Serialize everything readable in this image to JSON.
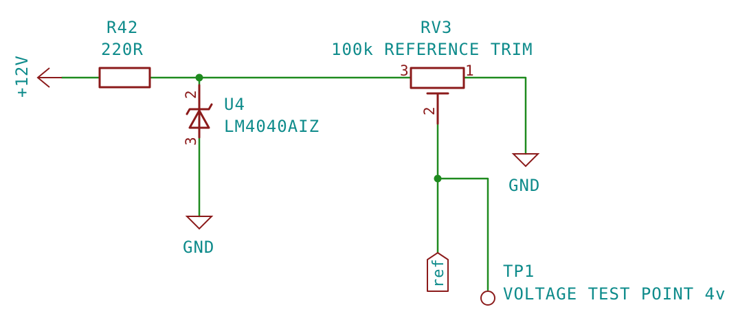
{
  "power": {
    "supply_label": "+12V",
    "gnd_label": "GND"
  },
  "r42": {
    "ref": "R42",
    "value": "220R"
  },
  "u4": {
    "ref": "U4",
    "value": "LM4040AIZ",
    "pin_top": "2",
    "pin_bottom": "3"
  },
  "rv3": {
    "ref": "RV3",
    "value": "100k REFERENCE TRIM",
    "pin_left": "3",
    "pin_right": "1",
    "pin_wiper": "2"
  },
  "net_label": {
    "text": "ref"
  },
  "tp1": {
    "ref": "TP1",
    "value": "VOLTAGE TEST POINT 4v"
  },
  "colors": {
    "wire": "#1e8a1e",
    "component": "#8b1a1a",
    "text": "#0e8b8b"
  }
}
